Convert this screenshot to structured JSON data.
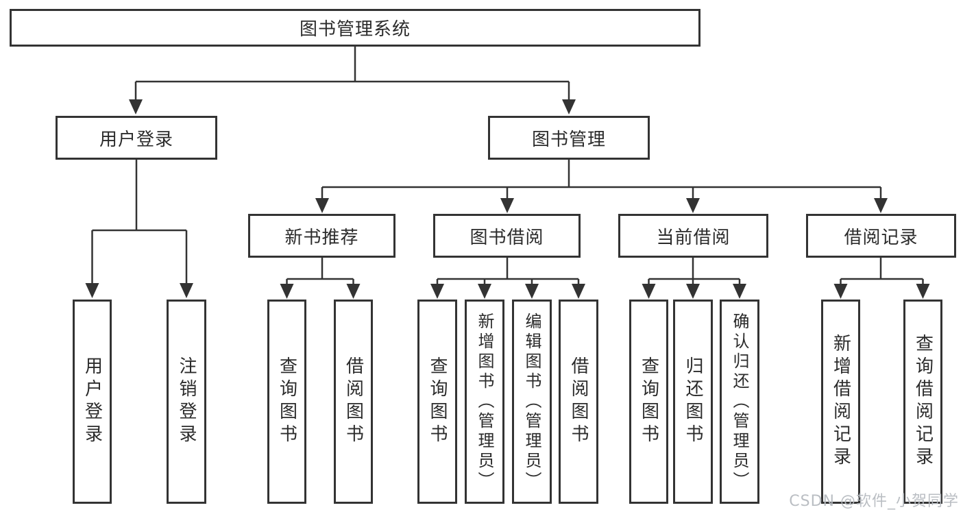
{
  "colors": {
    "background": "#ffffff",
    "line": "#333333",
    "box_border": "#333333",
    "text": "#2b2b2b",
    "watermark": "#b6bac0"
  },
  "watermark": {
    "text": "CSDN @软件_小贺同学"
  },
  "diagram": {
    "type": "hierarchy-tree",
    "root": {
      "label": "图书管理系统",
      "children": [
        {
          "label": "用户登录",
          "children": [
            {
              "label": "用户登录"
            },
            {
              "label": "注销登录"
            }
          ]
        },
        {
          "label": "图书管理",
          "children": [
            {
              "label": "新书推荐",
              "children": [
                {
                  "label": "查询图书"
                },
                {
                  "label": "借阅图书"
                }
              ]
            },
            {
              "label": "图书借阅",
              "children": [
                {
                  "label": "查询图书"
                },
                {
                  "label": "新增图书（管理员）"
                },
                {
                  "label": "编辑图书（管理员）"
                },
                {
                  "label": "借阅图书"
                }
              ]
            },
            {
              "label": "当前借阅",
              "children": [
                {
                  "label": "查询图书"
                },
                {
                  "label": "归还图书"
                },
                {
                  "label": "确认归还（管理员）"
                }
              ]
            },
            {
              "label": "借阅记录",
              "children": [
                {
                  "label": "新增借阅记录"
                },
                {
                  "label": "查询借阅记录"
                }
              ]
            }
          ]
        }
      ]
    }
  }
}
